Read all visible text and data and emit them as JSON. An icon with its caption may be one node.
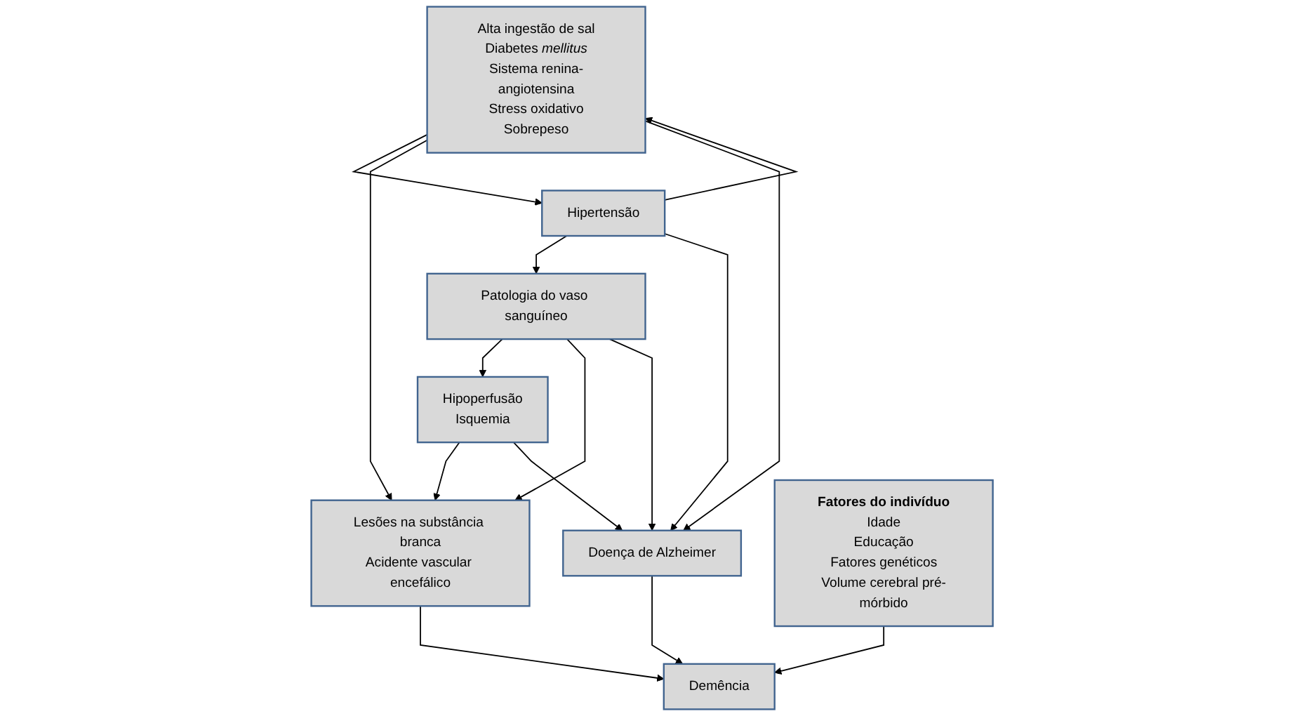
{
  "diagram": {
    "nodes": [
      {
        "text": [
          "Alta ingestão de sal",
          "Diabetes *mellitus*",
          "Sistema renina-angiotensina",
          "Stress oxidativo",
          "Sobrepeso"
        ]
      },
      {
        "text": [
          "Hipertensão"
        ]
      },
      {
        "text": [
          "Patologia do vaso sanguíneo"
        ]
      },
      {
        "text": [
          "Hipoperfusão",
          "Isquemia"
        ]
      },
      {
        "text": [
          "Lesões na substância branca",
          "Acidente vascular encefálico"
        ]
      },
      {
        "text": [
          "Doença de Alzheimer"
        ]
      },
      {
        "text": [
          "Fatores do indivíduo",
          "Idade",
          "Educação",
          "Fatores genéticos",
          "Volume cerebral pré-mórbido"
        ]
      },
      {
        "text": [
          "Demência"
        ]
      }
    ],
    "edges": [
      {
        "from": 0,
        "to": 1,
        "arrow": "to"
      },
      {
        "from": 1,
        "to": 0,
        "arrow": "to"
      },
      {
        "from": 1,
        "to": 2,
        "arrow": "to"
      },
      {
        "from": 1,
        "to": 5,
        "arrow": "to"
      },
      {
        "from": 2,
        "to": 3,
        "arrow": "to"
      },
      {
        "from": 2,
        "to": 4,
        "arrow": "to"
      },
      {
        "from": 2,
        "to": 5,
        "arrow": "to"
      },
      {
        "from": 3,
        "to": 4,
        "arrow": "to"
      },
      {
        "from": 3,
        "to": 5,
        "arrow": "to"
      },
      {
        "from": 0,
        "to": 4,
        "arrow": "to"
      },
      {
        "from": 0,
        "to": 5,
        "arrow": "to"
      },
      {
        "from": 4,
        "to": 7,
        "arrow": "to"
      },
      {
        "from": 5,
        "to": 7,
        "arrow": "to"
      },
      {
        "from": 6,
        "to": 7,
        "arrow": "to"
      }
    ]
  }
}
